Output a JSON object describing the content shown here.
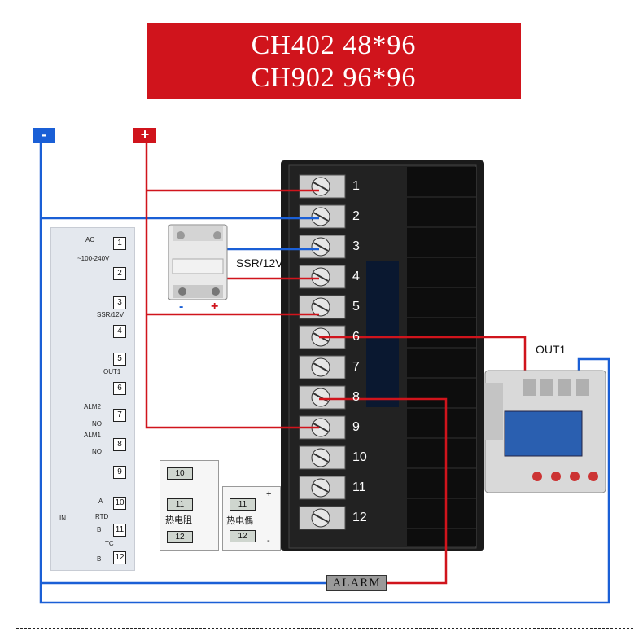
{
  "title": {
    "line1": "CH402  48*96",
    "line2": "CH902  96*96"
  },
  "poles": {
    "negative": "-",
    "positive": "+"
  },
  "terminals": [
    "1",
    "2",
    "3",
    "4",
    "5",
    "6",
    "7",
    "8",
    "9",
    "10",
    "11",
    "12"
  ],
  "labels": {
    "ssr": "SSR/12V",
    "out1": "OUT1",
    "alarm": "ALARM",
    "ssr_minus": "-",
    "ssr_plus": "+"
  },
  "legend": {
    "ac": "AC",
    "voltage": "~100-240V",
    "ssr": "SSR/12V",
    "out1": "OUT1",
    "alm2": "ALM2",
    "alm1": "ALM1",
    "no": "NO",
    "in": "IN",
    "rtd": "RTD",
    "tc": "TC",
    "a": "A",
    "b": "B",
    "terminals": [
      "1",
      "2",
      "3",
      "4",
      "5",
      "6",
      "7",
      "8",
      "9",
      "10",
      "11",
      "12"
    ]
  },
  "sensors": {
    "rtd_terminals": [
      "10",
      "11",
      "12"
    ],
    "rtd_caption": "热电阻",
    "tc_terminals": [
      "11",
      "12"
    ],
    "tc_caption": "热电偶",
    "tc_plus": "+",
    "tc_minus": "-"
  },
  "colors": {
    "banner": "#d0141c",
    "negative_wire": "#1a5fd6",
    "positive_wire": "#d0141c"
  }
}
